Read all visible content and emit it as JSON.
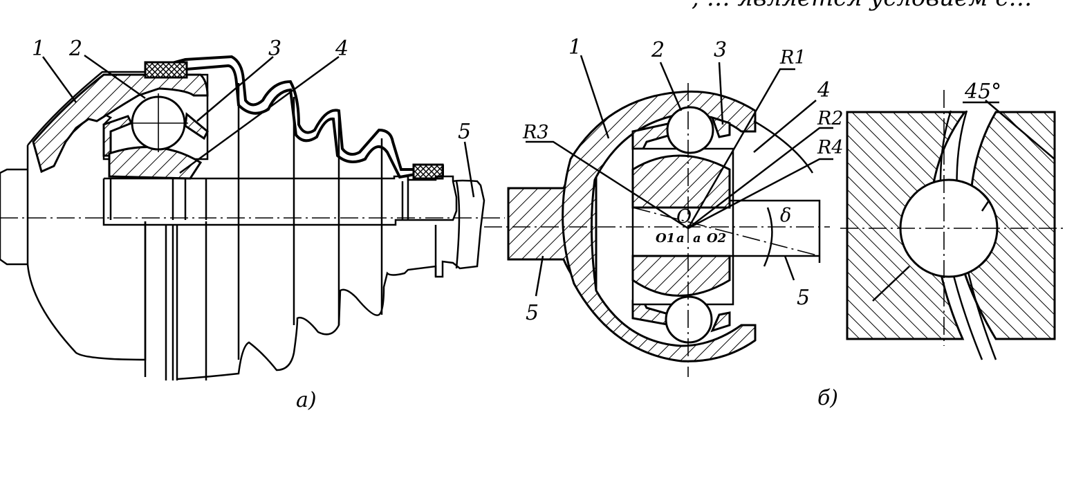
{
  "header_fragment": ", … является условием с…",
  "view_a": {
    "caption": "a)",
    "labels": [
      "1",
      "2",
      "3",
      "4",
      "5"
    ]
  },
  "view_b": {
    "caption": "б)",
    "labels": {
      "n1": "1",
      "n2": "2",
      "n3": "3",
      "n4": "4",
      "n5_left": "5",
      "n5_right": "5",
      "R1": "R1",
      "R2": "R2",
      "R3": "R3",
      "R4": "R4",
      "O": "O",
      "O1": "O1",
      "O2": "O2",
      "a_left": "a",
      "a_right": "a",
      "delta": "δ"
    }
  },
  "detail": {
    "angle_label": "45°"
  },
  "colors": {
    "ink": "#000000",
    "paper": "#ffffff"
  }
}
